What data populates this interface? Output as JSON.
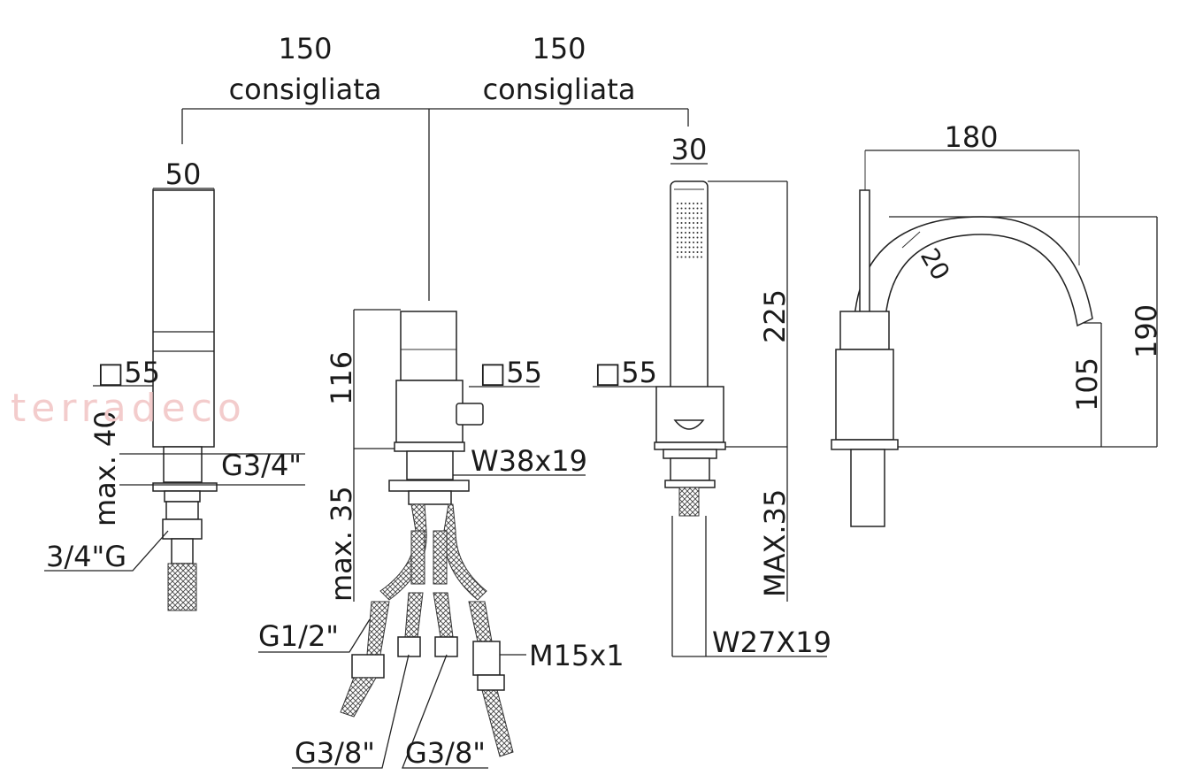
{
  "watermark": "terradeco",
  "dimensions": {
    "spacing_left": "150",
    "spacing_left_note": "consigliata",
    "spacing_right": "150",
    "spacing_right_note": "consigliata",
    "diverter_width": "50",
    "handshower_width": "30",
    "spout_reach": "180",
    "square_left": "□55",
    "square_mixer": "□55",
    "square_handshower": "□55",
    "mixer_height": "116",
    "handshower_height": "225",
    "spout_height": "190",
    "spout_outlet_height": "105",
    "spout_tube": "20",
    "max_40": "max. 40",
    "max_35_mixer": "max. 35",
    "max_35_handshower": "MAX.35"
  },
  "threads": {
    "diverter_thread": "G3/4\"",
    "diverter_hose": "3/4\"G",
    "mixer_nut": "W38x19",
    "handshower_nut": "W27X19",
    "hose_g12": "G1/2\"",
    "hose_m15": "M15x1",
    "hose_g38_a": "G3/8\"",
    "hose_g38_b": "G3/8\""
  }
}
